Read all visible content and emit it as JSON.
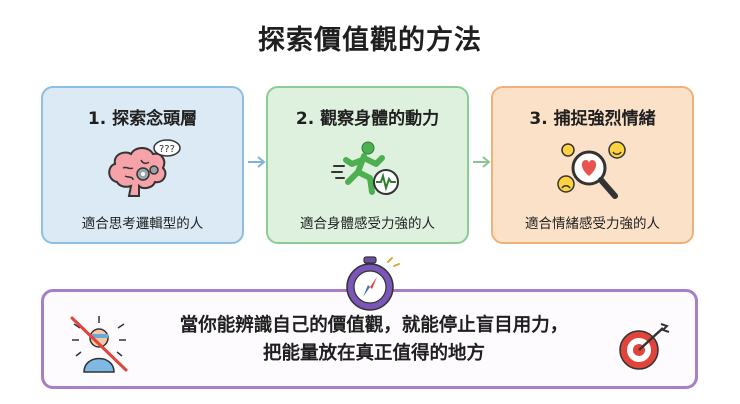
{
  "title": "探索價值觀的方法",
  "cards": [
    {
      "title": "1. 探索念頭層",
      "subtitle": "適合思考邏輯型的人",
      "icon": "brain-gears-icon",
      "color": "#8dbfe0"
    },
    {
      "title": "2. 觀察身體的動力",
      "subtitle": "適合身體感受力強的人",
      "icon": "running-person-icon",
      "color": "#8ccb92"
    },
    {
      "title": "3. 捕捉強烈情緒",
      "subtitle": "適合情緒感受力強的人",
      "icon": "magnifier-heart-icon",
      "color": "#efb07a"
    }
  ],
  "bottom": {
    "line1": "當你能辨識自己的價值觀，就能停止盲目用力，",
    "line2": "把能量放在真正值得的地方",
    "border_color": "#a77fc6",
    "icons": [
      "stopwatch-icon",
      "confused-person-icon",
      "target-icon"
    ]
  }
}
